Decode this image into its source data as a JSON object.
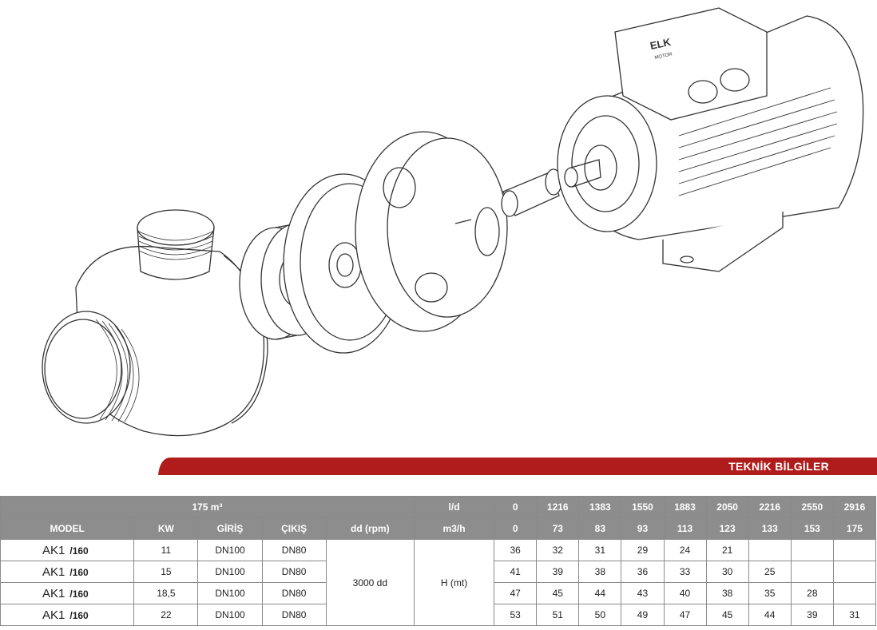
{
  "banner": {
    "title": "TEKNİK BİLGİLER",
    "color": "#b01c1c"
  },
  "motor_logo": {
    "text": "ELK",
    "subtext": "MOTOR"
  },
  "table": {
    "flow_label": "175 m³",
    "lpm_label": "l/d",
    "m3h_label": "m3/h",
    "lpm_values": [
      "0",
      "1216",
      "1383",
      "1550",
      "1883",
      "2050",
      "2216",
      "2550",
      "2916"
    ],
    "m3h_values": [
      "0",
      "73",
      "83",
      "93",
      "113",
      "123",
      "133",
      "153",
      "175"
    ],
    "headers": {
      "model": "MODEL",
      "kw": "KW",
      "giris": "GİRİŞ",
      "cikis": "ÇIKIŞ",
      "rpm": "dd (rpm)"
    },
    "rpm_value": "3000 dd",
    "head_label": "H (mt)",
    "rows": [
      {
        "model": "AK1",
        "sub": "/160",
        "kw": "11",
        "giris": "DN100",
        "cikis": "DN80",
        "values": [
          "36",
          "32",
          "31",
          "29",
          "24",
          "21",
          "",
          "",
          ""
        ]
      },
      {
        "model": "AK1",
        "sub": "/160",
        "kw": "15",
        "giris": "DN100",
        "cikis": "DN80",
        "values": [
          "41",
          "39",
          "38",
          "36",
          "33",
          "30",
          "25",
          "",
          ""
        ]
      },
      {
        "model": "AK1",
        "sub": "/160",
        "kw": "18,5",
        "giris": "DN100",
        "cikis": "DN80",
        "values": [
          "47",
          "45",
          "44",
          "43",
          "40",
          "38",
          "35",
          "28",
          ""
        ]
      },
      {
        "model": "AK1",
        "sub": "/160",
        "kw": "22",
        "giris": "DN100",
        "cikis": "DN80",
        "values": [
          "53",
          "51",
          "50",
          "49",
          "47",
          "45",
          "44",
          "39",
          "31"
        ]
      }
    ]
  }
}
